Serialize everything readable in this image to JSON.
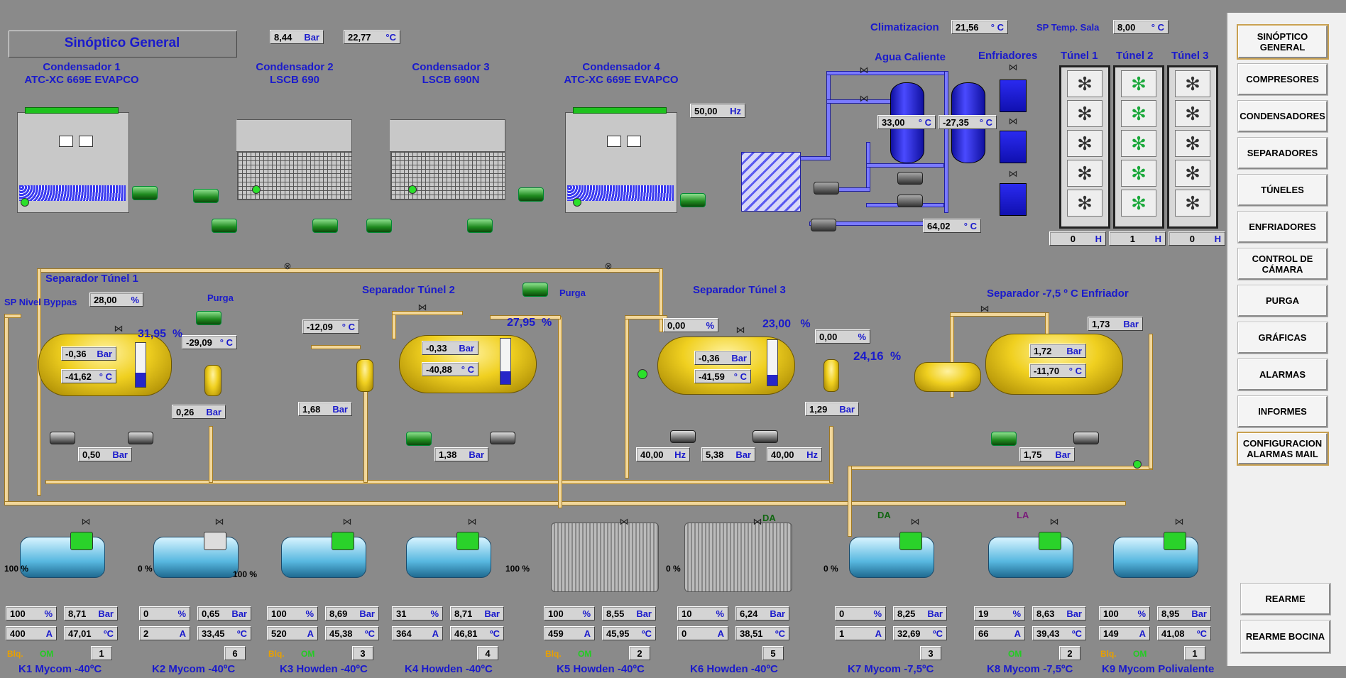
{
  "header": {
    "title": "Sinóptico General",
    "pressure": {
      "value": "8,44",
      "unit": "Bar"
    },
    "temp": {
      "value": "22,77",
      "unit": "°C"
    },
    "climatizacion": {
      "label": "Climatizacion",
      "value": "21,56",
      "unit": "° C"
    },
    "sp_temp_sala": {
      "label": "SP Temp. Sala",
      "value": "8,00",
      "unit": "° C"
    }
  },
  "condensers": [
    {
      "line1": "Condensador 1",
      "line2": "ATC-XC 669E EVAPCO"
    },
    {
      "line1": "Condensador 2",
      "line2": "LSCB 690"
    },
    {
      "line1": "Condensador 3",
      "line2": "LSCB 690N"
    },
    {
      "line1": "Condensador 4",
      "line2": "ATC-XC 669E EVAPCO"
    }
  ],
  "freq_cond4": {
    "value": "50,00",
    "unit": "Hz"
  },
  "agua_caliente": {
    "label": "Agua Caliente",
    "t1": {
      "value": "33,00",
      "unit": "° C"
    },
    "t2": {
      "value": "-27,35",
      "unit": "° C"
    },
    "t3": {
      "value": "64,02",
      "unit": "° C"
    }
  },
  "enfriadores": {
    "label": "Enfriadores"
  },
  "tunnels": [
    {
      "label": "Túnel 1",
      "hours": "0",
      "unit": "H",
      "fans_on": false
    },
    {
      "label": "Túnel 2",
      "hours": "1",
      "unit": "H",
      "fans_on": true
    },
    {
      "label": "Túnel 3",
      "hours": "0",
      "unit": "H",
      "fans_on": false
    }
  ],
  "sep1": {
    "title": "Separador Túnel 1",
    "sp_nivel_label": "SP Nivel Byppas",
    "sp_nivel": {
      "value": "28,00",
      "unit": "%"
    },
    "level_pct": "31,95",
    "pct_sign": "%",
    "pressure": {
      "value": "-0,36",
      "unit": "Bar"
    },
    "temp": {
      "value": "-41,62",
      "unit": "° C"
    },
    "temp2": {
      "value": "-29,09",
      "unit": "° C"
    },
    "pump_p1": {
      "value": "0,26",
      "unit": "Bar"
    },
    "pump_p2": {
      "value": "0,50",
      "unit": "Bar"
    },
    "purga": "Purga"
  },
  "sep2": {
    "title": "Separador Túnel 2",
    "level_pct": "27,95",
    "pct_sign": "%",
    "pressure": {
      "value": "-0,33",
      "unit": "Bar"
    },
    "temp": {
      "value": "-40,88",
      "unit": "° C"
    },
    "temp_in": {
      "value": "-12,09",
      "unit": "° C"
    },
    "p_in": {
      "value": "1,68",
      "unit": "Bar"
    },
    "pump_p": {
      "value": "1,38",
      "unit": "Bar"
    },
    "purga": "Purga"
  },
  "sep3": {
    "title": "Separador Túnel 3",
    "level_pct": "23,00",
    "pct_sign": "%",
    "pct_box": {
      "value": "0,00",
      "unit": "%"
    },
    "pct_box2": {
      "value": "0,00",
      "unit": "%"
    },
    "level2": "24,16",
    "pressure": {
      "value": "-0,36",
      "unit": "Bar"
    },
    "temp": {
      "value": "-41,59",
      "unit": "° C"
    },
    "p_right": {
      "value": "1,29",
      "unit": "Bar"
    },
    "hz1": {
      "value": "40,00",
      "unit": "Hz"
    },
    "p_pump": {
      "value": "5,38",
      "unit": "Bar"
    },
    "hz2": {
      "value": "40,00",
      "unit": "Hz"
    }
  },
  "sep4": {
    "title": "Separador -7,5 º C Enfriador",
    "p_top": {
      "value": "1,73",
      "unit": "Bar"
    },
    "pressure": {
      "value": "1,72",
      "unit": "Bar"
    },
    "temp": {
      "value": "-11,70",
      "unit": "° C"
    },
    "pump_p": {
      "value": "1,75",
      "unit": "Bar"
    }
  },
  "compressors": [
    {
      "name": "K1 Mycom -40ºC",
      "slide": "100 %",
      "pct": "100",
      "press": "8,71",
      "amps": "400",
      "temp": "47,01",
      "blq": "Blq.",
      "om": "OM",
      "num": "1",
      "tag": ""
    },
    {
      "name": "K2 Mycom -40ºC",
      "slide": "0 %",
      "pct": "0",
      "press": "0,65",
      "amps": "2",
      "temp": "33,45",
      "blq": "",
      "om": "",
      "num": "6",
      "tag": ""
    },
    {
      "name": "K3 Howden -40ºC",
      "slide": "100 %",
      "pct": "100",
      "press": "8,69",
      "amps": "520",
      "temp": "45,38",
      "blq": "Blq.",
      "om": "OM",
      "num": "3",
      "tag": ""
    },
    {
      "name": "K4 Howden -40ºC",
      "slide": "",
      "pct": "31",
      "press": "8,71",
      "amps": "364",
      "temp": "46,81",
      "blq": "",
      "om": "",
      "num": "4",
      "tag": ""
    },
    {
      "name": "K5 Howden -40ºC",
      "slide": "100 %",
      "pct": "100",
      "press": "8,55",
      "amps": "459",
      "temp": "45,95",
      "blq": "Blq.",
      "om": "OM",
      "num": "2",
      "tag": ""
    },
    {
      "name": "K6 Howden -40ºC",
      "slide": "0 %",
      "pct": "10",
      "press": "6,24",
      "amps": "0",
      "temp": "38,51",
      "blq": "",
      "om": "",
      "num": "5",
      "tag": "DA"
    },
    {
      "name": "K7 Mycom -7,5ºC",
      "slide": "0 %",
      "pct": "0",
      "press": "8,25",
      "amps": "1",
      "temp": "32,69",
      "blq": "",
      "om": "",
      "num": "3",
      "tag": "DA"
    },
    {
      "name": "K8 Mycom -7,5ºC",
      "slide": "",
      "pct": "19",
      "press": "8,63",
      "amps": "66",
      "temp": "39,43",
      "blq": "",
      "om": "OM",
      "num": "2",
      "tag": "LA"
    },
    {
      "name": "K9 Mycom Polivalente",
      "slide": "",
      "pct": "100",
      "press": "8,95",
      "amps": "149",
      "temp": "41,08",
      "blq": "Blq.",
      "om": "OM",
      "num": "1",
      "tag": ""
    }
  ],
  "units": {
    "pct": "%",
    "bar": "Bar",
    "amp": "A",
    "degc": "ºC"
  },
  "nav": [
    "SINÓPTICO GENERAL",
    "COMPRESORES",
    "CONDENSADORES",
    "SEPARADORES",
    "TÚNELES",
    "ENFRIADORES",
    "CONTROL DE CÁMARA",
    "PURGA",
    "GRÁFICAS",
    "ALARMAS",
    "INFORMES",
    "CONFIGURACION ALARMAS MAIL"
  ],
  "rearme": "REARME",
  "rearme_bocina": "REARME BOCINA",
  "colors": {
    "background": "#8a8a8a",
    "label_blue": "#1a1acc",
    "pipe_yellow": "#f2d79a",
    "pump_green": "#1f8a1f"
  }
}
